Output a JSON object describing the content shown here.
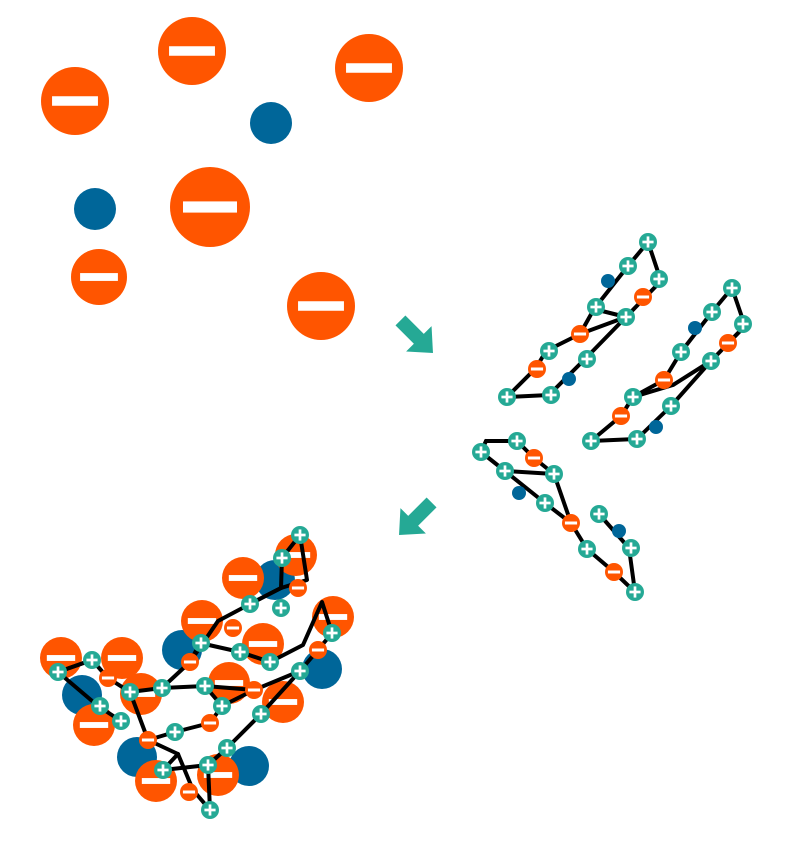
{
  "colors": {
    "anion": "#ff5500",
    "neutral": "#006699",
    "cation": "#25a995",
    "bond": "#000000",
    "arrow": "#25a995",
    "sign": "#ffffff"
  },
  "icons": {
    "anion": "minus-circle-icon",
    "cation": "plus-circle-icon",
    "neutral": "filled-circle-icon",
    "arrow": "diagonal-arrow-icon"
  },
  "stages": [
    {
      "name": "free-ions"
    },
    {
      "name": "polymer-chains"
    },
    {
      "name": "polymer-network"
    }
  ]
}
